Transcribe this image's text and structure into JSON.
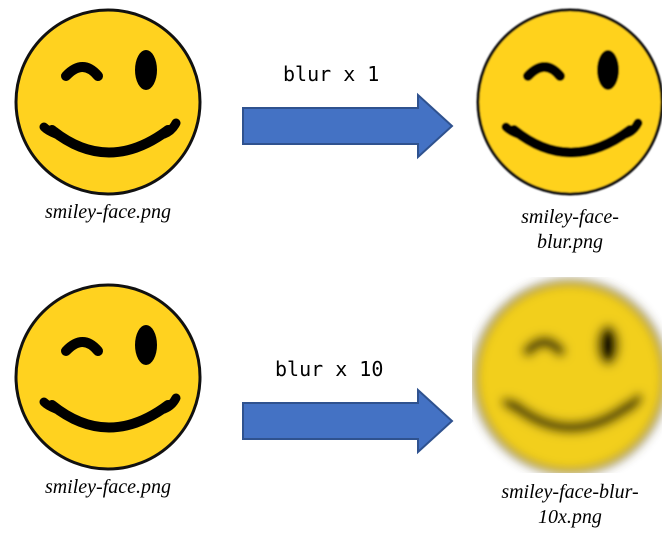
{
  "rows": [
    {
      "operation_label": "blur x 1",
      "source_caption": "smiley-face.png",
      "output_caption": "smiley-face-blur.png",
      "output_blur": "slight"
    },
    {
      "operation_label": "blur x 10",
      "source_caption": "smiley-face.png",
      "output_caption": "smiley-face-blur-10x.png",
      "output_blur": "strong"
    }
  ],
  "colors": {
    "face_fill": "#FFD21F",
    "face_outline": "#111111",
    "features": "#000000",
    "arrow_fill": "#4472C4",
    "arrow_outline": "#2F528F"
  }
}
